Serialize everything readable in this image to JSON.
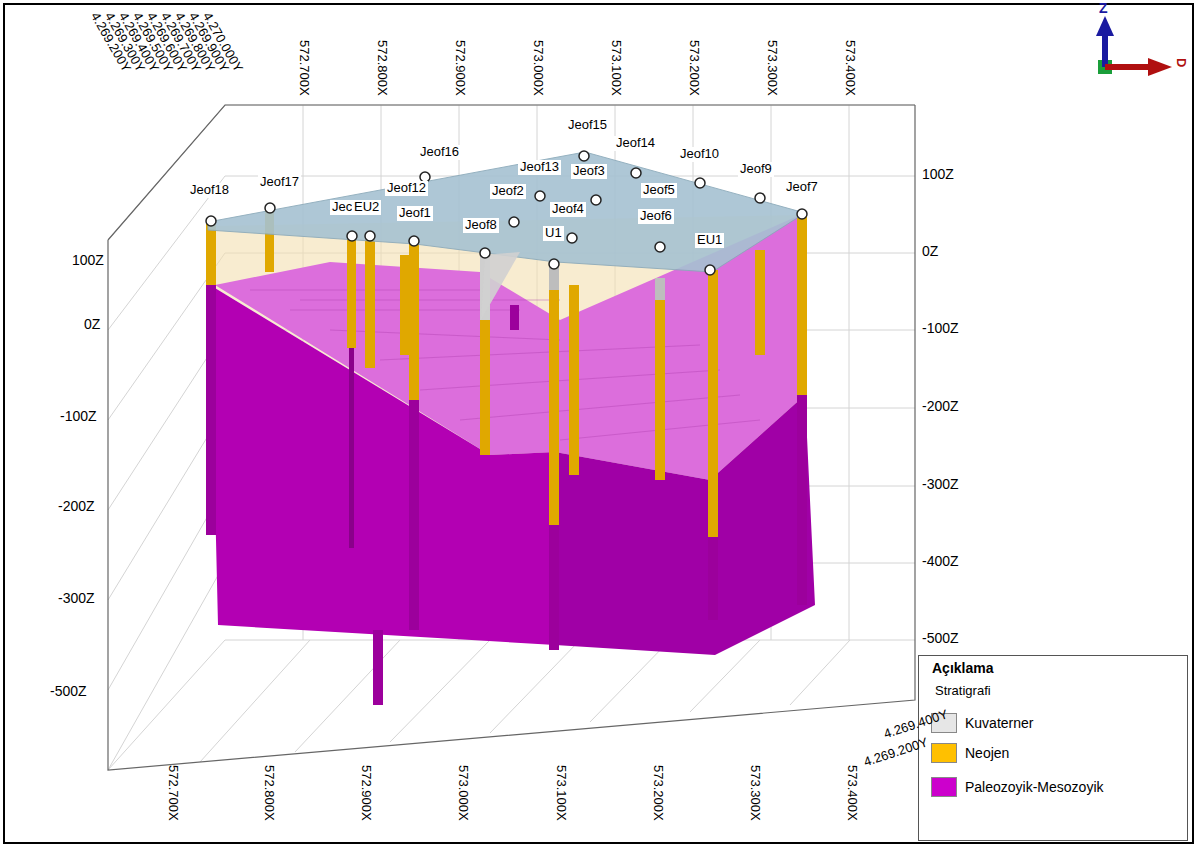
{
  "diagram": {
    "labels": [
      "572.700X",
      "572.800X",
      "572.900X",
      "573.000X",
      "573.100X",
      "573.200X",
      "573.300X",
      "573.400X",
      "4.270.000Y",
      "4.269.900Y",
      "4.269.800Y",
      "4.269.700Y",
      "4.269.600Y",
      "4.269.500Y",
      "4.269.400Y",
      "4.269.300Y",
      "4.269.200Y",
      "Jeof18",
      "Jeof17",
      "Jec",
      "EU2",
      "Jeof12",
      "Jeof16",
      "Jeof1",
      "Jeof13",
      "Jeof2",
      "Jeof8",
      "Jeof15",
      "Jeof3",
      "Jeof14",
      "Jeof4",
      "U1",
      "Jeof10",
      "Jeof5",
      "Jeof6",
      "Jeof9",
      "EU1",
      "Jeof7",
      "100Z",
      "0Z",
      "-100Z",
      "-200Z",
      "-300Z",
      "-500Z",
      "100Z",
      "0Z",
      "-100Z",
      "-200Z",
      "-300Z",
      "-400Z",
      "-500Z",
      "572.700X",
      "572.800X",
      "572.900X",
      "573.000X",
      "573.100X",
      "573.200X",
      "573.300X",
      "573.400X",
      "4.269.400Y",
      "4.269.200Y",
      "Z",
      "D",
      "Açıklama",
      "Stratigrafi"
    ],
    "legend": [
      {
        "text": "Kuvaterner",
        "color": "#e6e6e6"
      },
      {
        "text": "Neojen",
        "color": "#ffc000"
      },
      {
        "text": "Paleozoyik-Mesozoyik",
        "color": "#cc00cc"
      }
    ]
  }
}
